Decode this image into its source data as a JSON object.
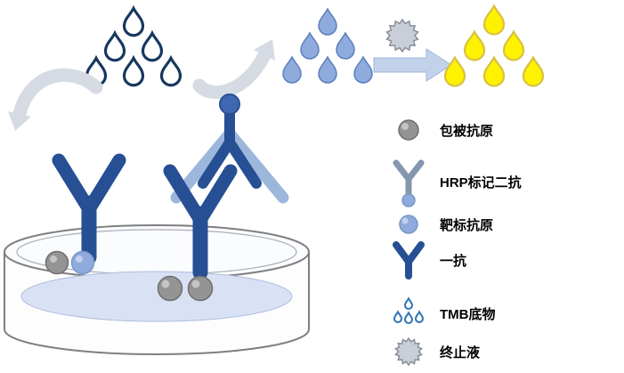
{
  "legend": {
    "items": [
      {
        "icon": "coated-antigen-icon",
        "label": "包被抗原"
      },
      {
        "icon": "hrp-secondary-antibody-icon",
        "label": "HRP标记二抗"
      },
      {
        "icon": "target-antigen-icon",
        "label": "靶标抗原"
      },
      {
        "icon": "primary-antibody-icon",
        "label": "一抗"
      },
      {
        "icon": "tmb-substrate-icon",
        "label": "TMB底物"
      },
      {
        "icon": "stop-solution-icon",
        "label": "终止液"
      }
    ]
  },
  "colors": {
    "antibody_dark_blue": "#264F94",
    "droplet_navy_outline": "#17375E",
    "light_blue": "#8FAADC",
    "liquid_pale_blue": "#D9E2F4",
    "result_yellow": "#FFF200",
    "antigen_gray": "#949494",
    "arrow_gray": "#D6DBE3"
  }
}
